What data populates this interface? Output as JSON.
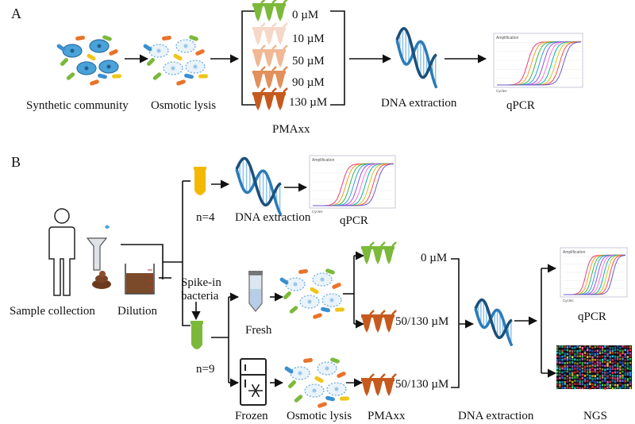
{
  "panels": {
    "a": {
      "letter": "A",
      "steps": {
        "synthetic": "Synthetic community",
        "lysis": "Osmotic lysis",
        "reagent": "PMAxx",
        "extraction": "DNA extraction",
        "assay": "qPCR"
      },
      "concentrations": [
        "0 µM",
        "10 µM",
        "50 µM",
        "90 µM",
        "130 µM"
      ]
    },
    "b": {
      "letter": "B",
      "labels": {
        "sample_collection": "Sample collection",
        "dilution": "Dilution",
        "n4": "n=4",
        "n9": "n=9",
        "extraction_top": "DNA extraction",
        "qpcr_top": "qPCR",
        "spike_in": "Spike-in\nbacteria",
        "fresh": "Fresh",
        "frozen": "Frozen",
        "lysis": "Osmotic lysis",
        "reagent": "PMAxx",
        "extraction": "DNA extraction",
        "qpcr": "qPCR",
        "ngs": "NGS",
        "conc_zero": "0 µM",
        "conc_fresh": "50/130 µM",
        "conc_frozen": "50/130 µM"
      }
    },
    "qpcr_plot": {
      "title": "Amplification",
      "xlabel": "Cycles"
    }
  },
  "colors": {
    "tube_green": "#7cb93a",
    "tube_orange": "#c65a1e",
    "tube_yellow": "#f5b800",
    "dna_blue": "#2b7bb9",
    "cell_blue": "#4aa3d8",
    "dilution_brown": "#7a4a2a"
  },
  "icons": [
    "bacteria-community-icon",
    "lysed-community-icon",
    "tube-icon",
    "dna-helix-icon",
    "qpcr-plot-icon",
    "person-icon",
    "funnel-icon",
    "stool-icon",
    "beaker-icon",
    "conical-tube-icon",
    "freezer-icon",
    "ngs-gel-icon"
  ]
}
